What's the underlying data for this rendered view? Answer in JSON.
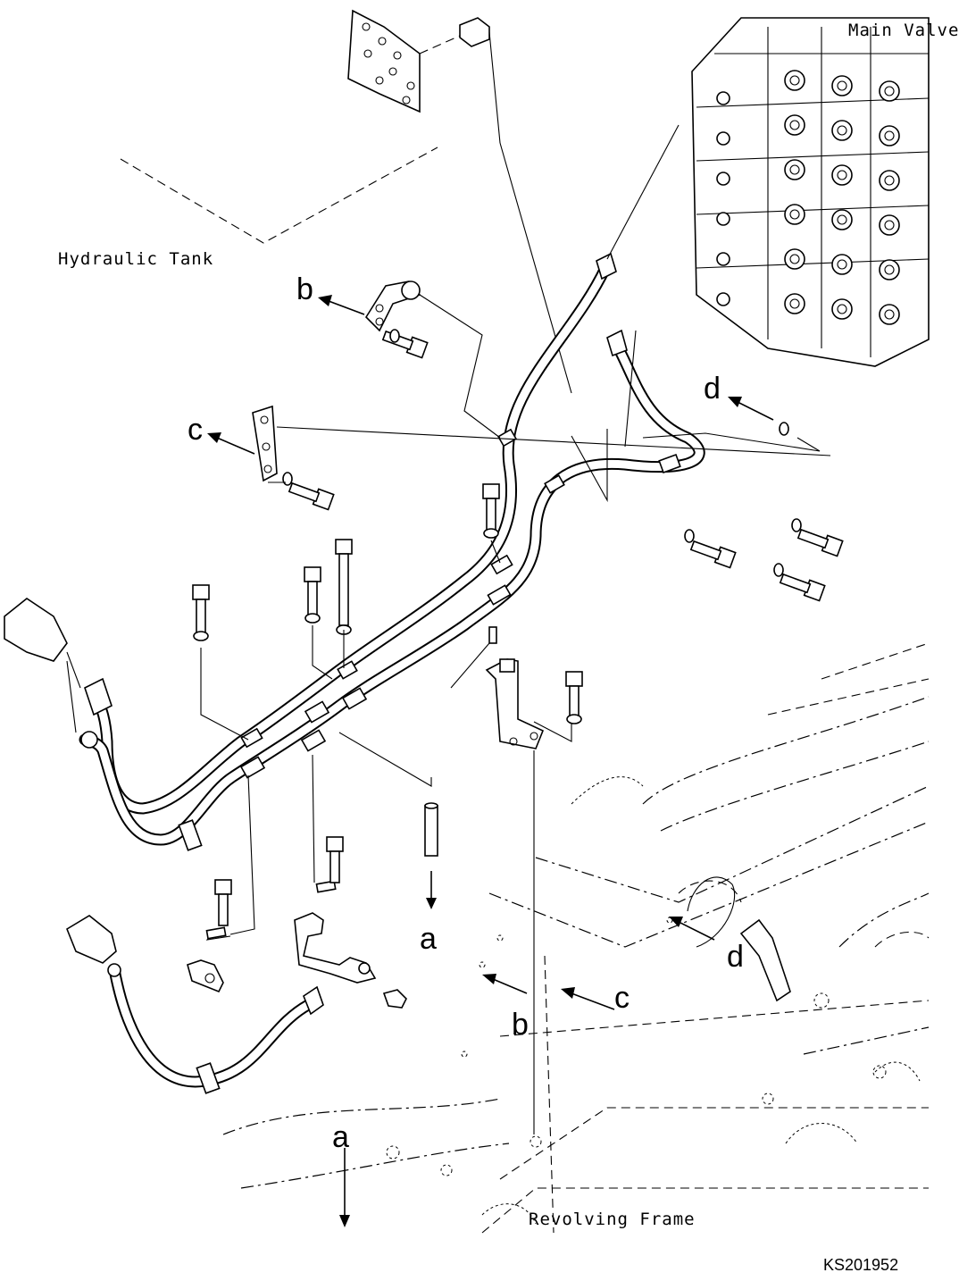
{
  "labels": {
    "main_valve": "Main Valve",
    "hydraulic_tank": "Hydraulic Tank",
    "revolving_frame": "Revolving Frame",
    "drawing_code": "KS201952"
  },
  "callouts": {
    "b_top": "b",
    "c_left": "c",
    "d_top": "d",
    "a_mid": "a",
    "d_right": "d",
    "c_bottom": "c",
    "b_bottom": "b",
    "a_bottom": "a"
  }
}
